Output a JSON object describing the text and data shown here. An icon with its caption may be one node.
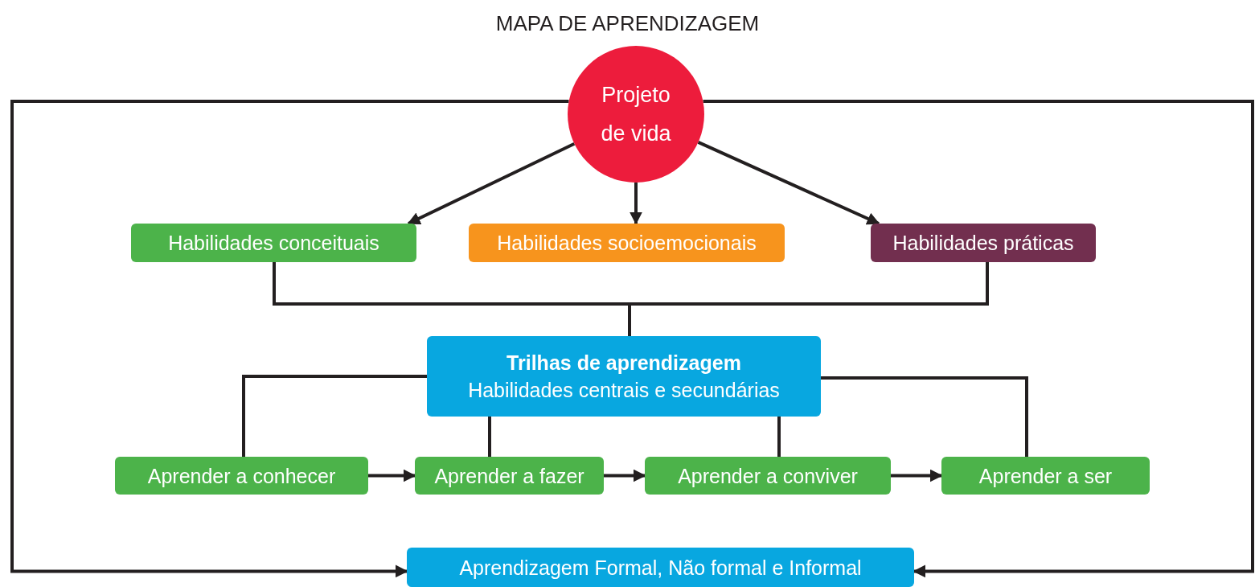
{
  "diagram": {
    "title": "MAPA DE APRENDIZAGEM",
    "nodes": [
      {
        "text": [
          "Projeto de vida"
        ]
      },
      {
        "text": [
          "Habilidades conceituais"
        ]
      },
      {
        "text": [
          "Habilidades socioemocionais"
        ]
      },
      {
        "text": [
          "Habilidades práticas"
        ]
      },
      {
        "text": [
          "Trilhas de aprendizagem",
          "Habilidades centrais e secundárias"
        ]
      },
      {
        "text": [
          "Aprender a conhecer"
        ]
      },
      {
        "text": [
          "Aprender a fazer"
        ]
      },
      {
        "text": [
          "Aprender a conviver"
        ]
      },
      {
        "text": [
          "Aprender a ser"
        ]
      },
      {
        "text": [
          "Aprendizagem Formal, Não formal e Informal"
        ]
      }
    ],
    "edges": [
      {
        "from": 0,
        "to": 1,
        "arrow": "to"
      },
      {
        "from": 0,
        "to": 2,
        "arrow": "to"
      },
      {
        "from": 0,
        "to": 3,
        "arrow": "to"
      },
      {
        "from": 1,
        "to": 4,
        "arrow": "none"
      },
      {
        "from": 3,
        "to": 4,
        "arrow": "none"
      },
      {
        "from": 4,
        "to": 5,
        "arrow": "none"
      },
      {
        "from": 4,
        "to": 6,
        "arrow": "none"
      },
      {
        "from": 4,
        "to": 7,
        "arrow": "none"
      },
      {
        "from": 4,
        "to": 8,
        "arrow": "none"
      },
      {
        "from": 5,
        "to": 6,
        "arrow": "to"
      },
      {
        "from": 6,
        "to": 7,
        "arrow": "to"
      },
      {
        "from": 7,
        "to": 8,
        "arrow": "to"
      },
      {
        "from": 0,
        "to": 9,
        "arrow": "to"
      },
      {
        "from": 0,
        "to": 9,
        "arrow": "to"
      }
    ]
  }
}
